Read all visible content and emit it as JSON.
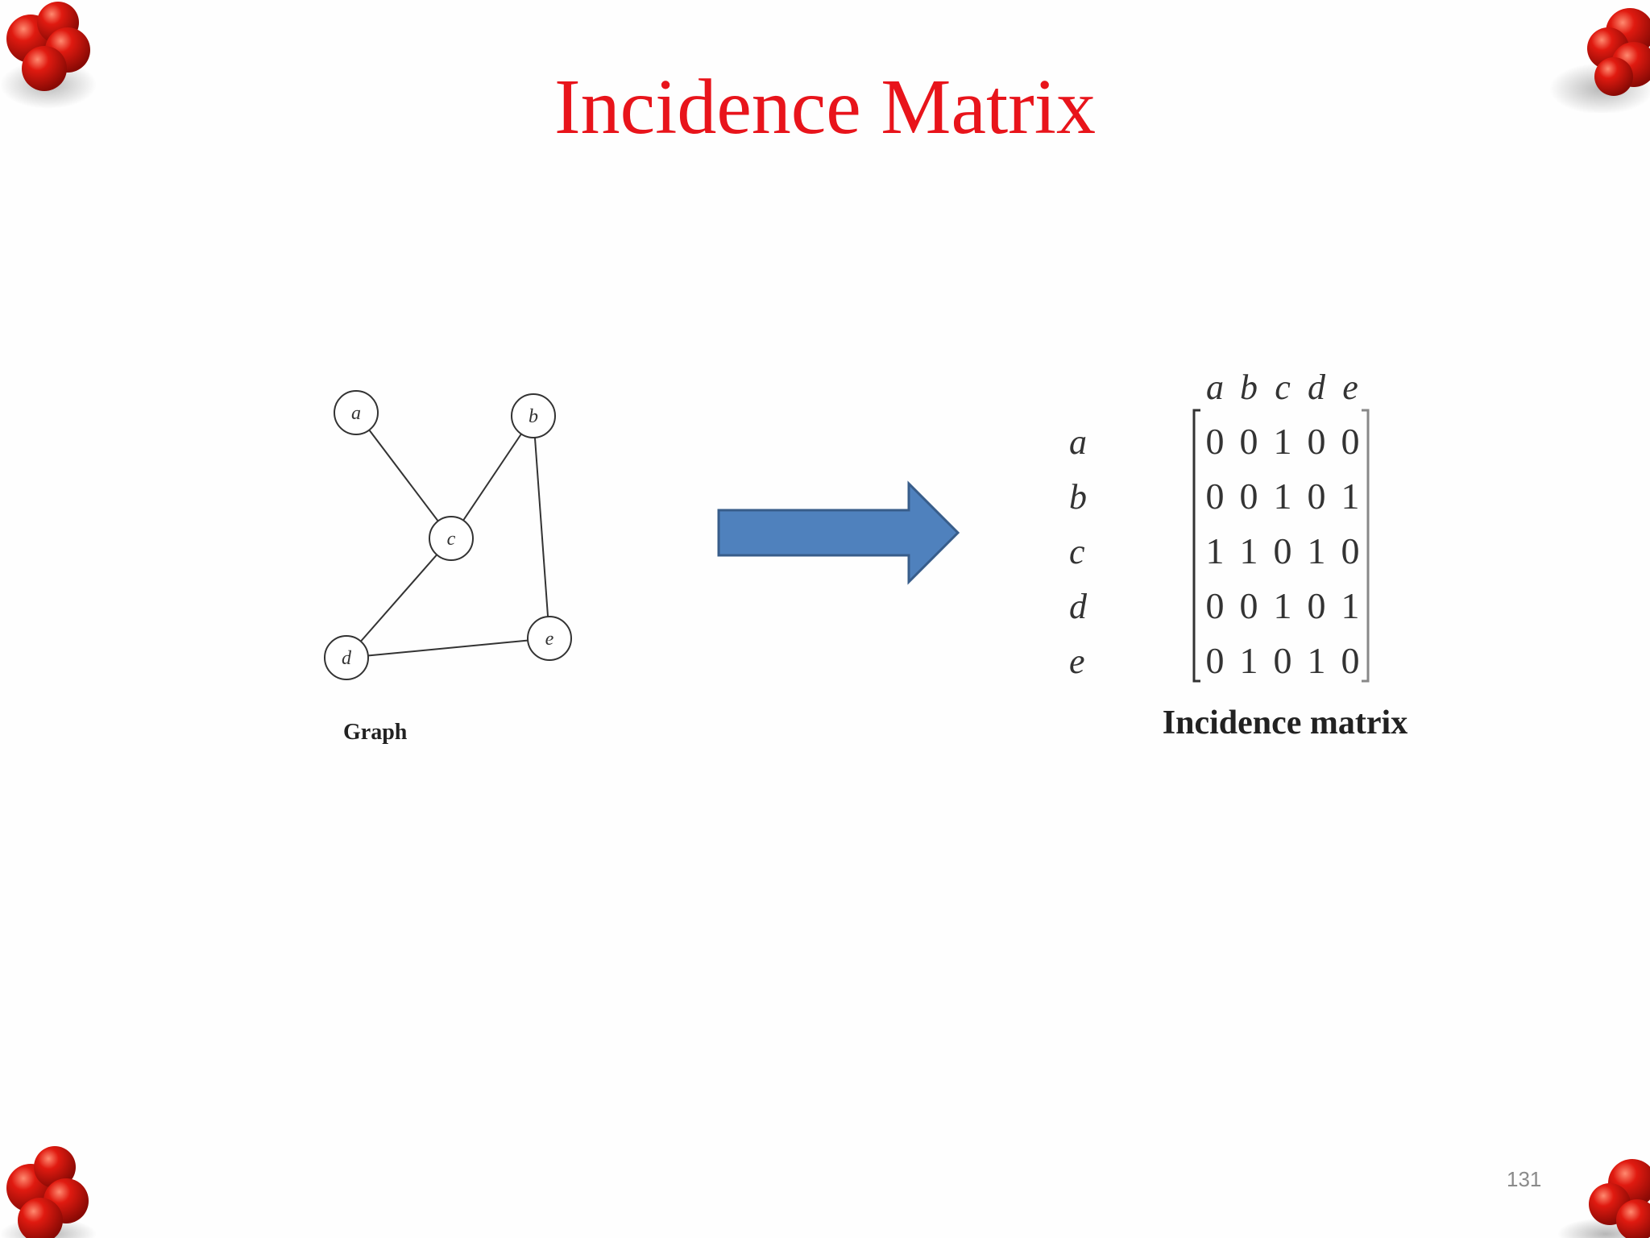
{
  "slide": {
    "title": "Incidence Matrix",
    "page_number": "131"
  },
  "graph": {
    "caption": "Graph",
    "nodes": [
      {
        "id": "a",
        "label": "a"
      },
      {
        "id": "b",
        "label": "b"
      },
      {
        "id": "c",
        "label": "c"
      },
      {
        "id": "d",
        "label": "d"
      },
      {
        "id": "e",
        "label": "e"
      }
    ],
    "edges": [
      [
        "a",
        "c"
      ],
      [
        "b",
        "c"
      ],
      [
        "b",
        "e"
      ],
      [
        "c",
        "d"
      ],
      [
        "d",
        "e"
      ]
    ]
  },
  "matrix": {
    "caption": "Incidence matrix",
    "col_labels": [
      "a",
      "b",
      "c",
      "d",
      "e"
    ],
    "row_labels": [
      "a",
      "b",
      "c",
      "d",
      "e"
    ],
    "rows": [
      [
        "0",
        "0",
        "1",
        "0",
        "0"
      ],
      [
        "0",
        "0",
        "1",
        "0",
        "1"
      ],
      [
        "1",
        "1",
        "0",
        "1",
        "0"
      ],
      [
        "0",
        "0",
        "1",
        "0",
        "1"
      ],
      [
        "0",
        "1",
        "0",
        "1",
        "0"
      ]
    ]
  },
  "colors": {
    "title": "#e8141b",
    "arrow_fill": "#4f81bd",
    "arrow_stroke": "#385d8a",
    "corner_decoration": "#c8100e"
  },
  "icons": {
    "corner_decoration": "red-berries-icon",
    "arrow": "right-arrow-icon"
  }
}
